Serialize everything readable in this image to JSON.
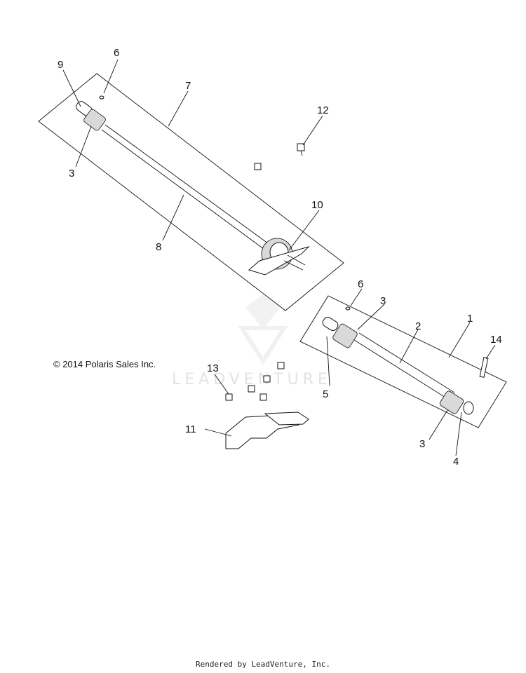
{
  "copyright": "© 2014 Polaris Sales Inc.",
  "footer": "Rendered by LeadVenture, Inc.",
  "watermark": {
    "text": "LEADVENTURE",
    "logo_icon": "leadventure-logo-icon"
  },
  "callouts": {
    "c1": "1",
    "c2": "2",
    "c3a": "3",
    "c3b": "3",
    "c3c": "3",
    "c4": "4",
    "c5": "5",
    "c6a": "6",
    "c6b": "6",
    "c7": "7",
    "c8": "8",
    "c9": "9",
    "c10": "10",
    "c11": "11",
    "c12": "12",
    "c13": "13",
    "c14": "14"
  }
}
